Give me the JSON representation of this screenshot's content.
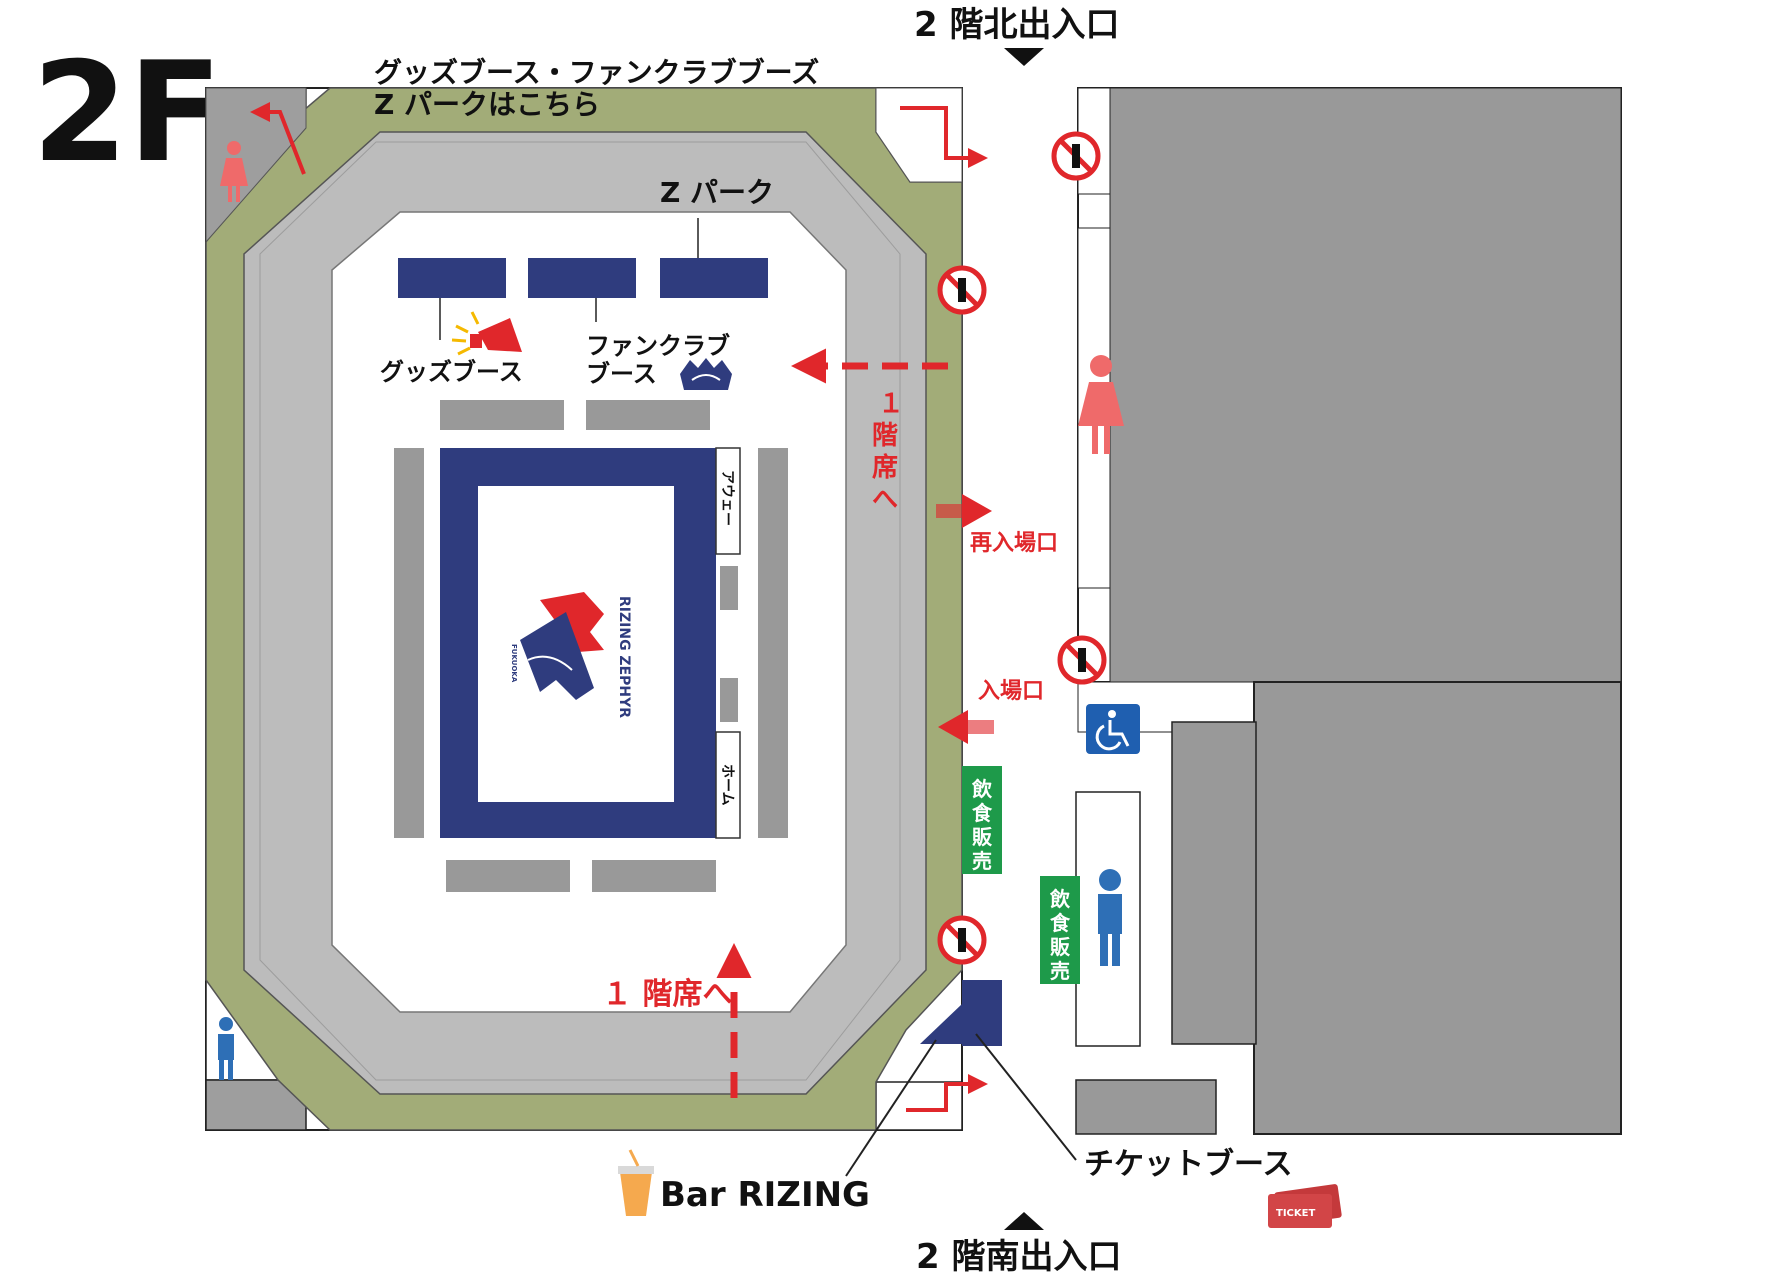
{
  "floor_label": "2F",
  "entrances": {
    "north": "2 階北出入口",
    "south": "2 階南出入口",
    "reentry": "再入場口",
    "entry": "入場口"
  },
  "labels": {
    "booth_notice_line1": "グッズブース・ファンクラブブーズ",
    "booth_notice_line2": "Z パークはこちら",
    "z_park": "Z パーク",
    "goods_booth": "グッズブース",
    "fanclub_booth_line1": "ファンクラブ",
    "fanclub_booth_line2": "ブース",
    "to_first_floor_seats": "１ 階席へ",
    "to_first_floor_seats_vertical": [
      "１",
      "階",
      "席",
      "へ"
    ],
    "away": "アウェー",
    "home": "ホーム",
    "food_sales": "飲食販売",
    "bar": "Bar RIZING",
    "ticket_booth": "チケットブース",
    "ticket_icon_text": "TICKET"
  },
  "court_logo": {
    "team_name": "RIZING ZEPHYR",
    "city": "FUKUOKA"
  },
  "icons": [
    "no-entry-icon",
    "female-restroom-icon",
    "male-restroom-icon",
    "wheelchair-icon",
    "megaphone-icon",
    "fanclub-emblem-icon",
    "drink-cup-icon",
    "ticket-icon"
  ],
  "colors": {
    "corridor_green": "#a2ac78",
    "stand_gray": "#bcbcbc",
    "block_gray": "#999999",
    "court_navy": "#2f3c7e",
    "arrow_red": "#e0272b",
    "sign_green": "#1e9a4a",
    "female_pink": "#ef6a6a",
    "male_blue": "#2e6fb6",
    "wheelchair_blue": "#1f5fb0"
  }
}
